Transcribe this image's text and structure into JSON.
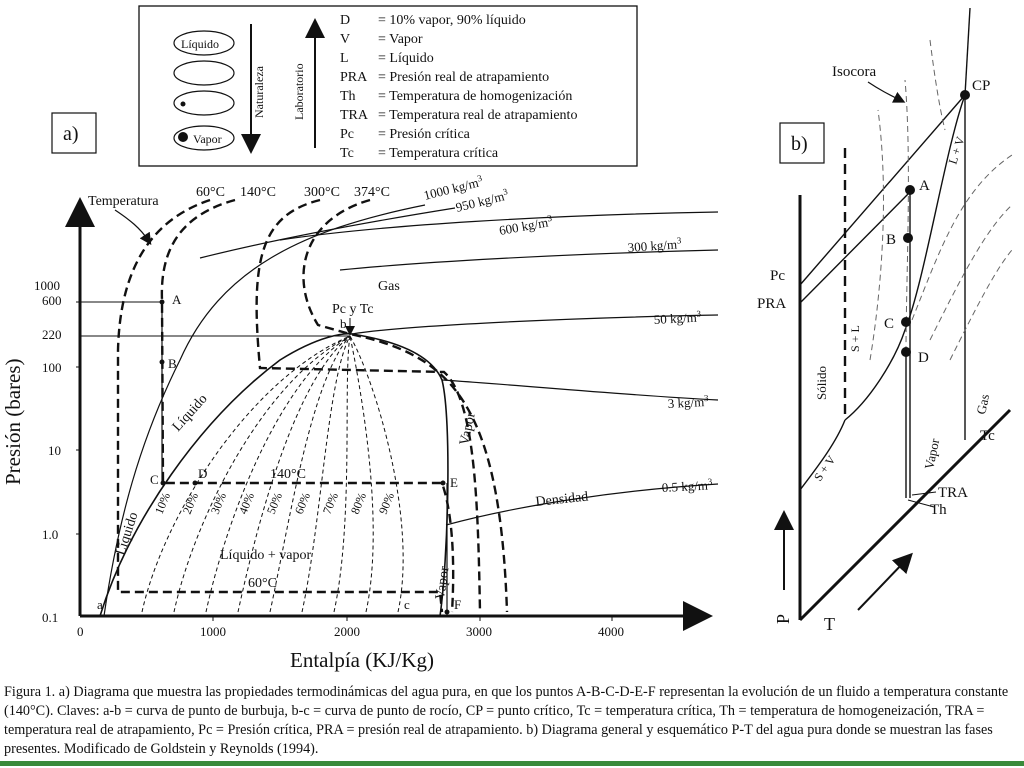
{
  "panel_a": {
    "label": "a)",
    "legend": {
      "naturaleza": "Naturaleza",
      "laboratorio": "Laboratorio",
      "liquido_oval": "Líquido",
      "vapor_oval": "Vapor",
      "keys": [
        {
          "k": "D",
          "v": "= 10% vapor, 90% líquido"
        },
        {
          "k": "V",
          "v": "= Vapor"
        },
        {
          "k": "L",
          "v": "= Líquido"
        },
        {
          "k": "PRA",
          "v": "= Presión real de atrapamiento"
        },
        {
          "k": "Th",
          "v": "= Temperatura de homogenización"
        },
        {
          "k": "TRA",
          "v": "= Temperatura real de atrapamiento"
        },
        {
          "k": "Pc",
          "v": "= Presión crítica"
        },
        {
          "k": "Tc",
          "v": "= Temperatura crítica"
        }
      ]
    },
    "temperatura": "Temperatura",
    "isotherm_labels": [
      "60°C",
      "140°C",
      "300°C",
      "374°C"
    ],
    "density_labels": [
      "1000 kg/m",
      "950 kg/m",
      "600 kg/m",
      "300 kg/m",
      "50 kg/m",
      "3 kg/m",
      "0.5 kg/m"
    ],
    "superscript": "3",
    "y_axis_label": "Presión (bares)",
    "y_ticks": [
      "1000",
      "600",
      "220",
      "100",
      "10",
      "1.0",
      "0.1"
    ],
    "x_axis_label": "Entalpía (KJ/Kg)",
    "x_ticks": [
      "0",
      "1000",
      "2000",
      "3000",
      "4000"
    ],
    "region_labels": {
      "gas": "Gas",
      "pc_tc": "Pc y Tc",
      "liquido_diag": "Líquido",
      "liquido_left": "Líquido",
      "vapor_right": "Vapor",
      "vapor_low": "Vapor",
      "liquido_vapor": "Líquido + vapor",
      "densidad": "Densidad",
      "iso140": "140°C",
      "iso60": "60°C"
    },
    "points": [
      "A",
      "B",
      "C",
      "D",
      "E",
      "F",
      "a",
      "b",
      "c"
    ],
    "quality": [
      "10%",
      "20%",
      "30%",
      "40%",
      "50%",
      "60%",
      "70%",
      "80%",
      "90%"
    ]
  },
  "panel_b": {
    "label": "b)",
    "isocora": "Isocora",
    "cp": "CP",
    "points": [
      "A",
      "B",
      "C",
      "D"
    ],
    "pc": "Pc",
    "pra": "PRA",
    "tc": "Tc",
    "tra": "TRA",
    "th": "Th",
    "solido": "Sólido",
    "s_l": "S + L",
    "s_v": "S + V",
    "l_v": "L + V",
    "vapor": "Vapor",
    "gas": "Gas",
    "p_axis": "P",
    "t_axis": "T"
  },
  "caption": "Figura 1. a) Diagrama que muestra las propiedades termodinámicas del agua pura, en que los puntos A-B-C-D-E-F representan la evolución de un fluido a temperatura constante (140°C). Claves: a-b = curva de punto de burbuja, b-c = curva de punto de rocío, CP = punto crítico, Tc = temperatura crítica, Th = temperatura de homogeneización, TRA = temperatura real de atrapamiento, Pc = Presión crítica, PRA = presión real de atrapamiento. b) Diagrama general y esquemático P-T del agua pura donde se muestran las fases presentes. Modificado de Goldstein y Reynolds (1994)."
}
